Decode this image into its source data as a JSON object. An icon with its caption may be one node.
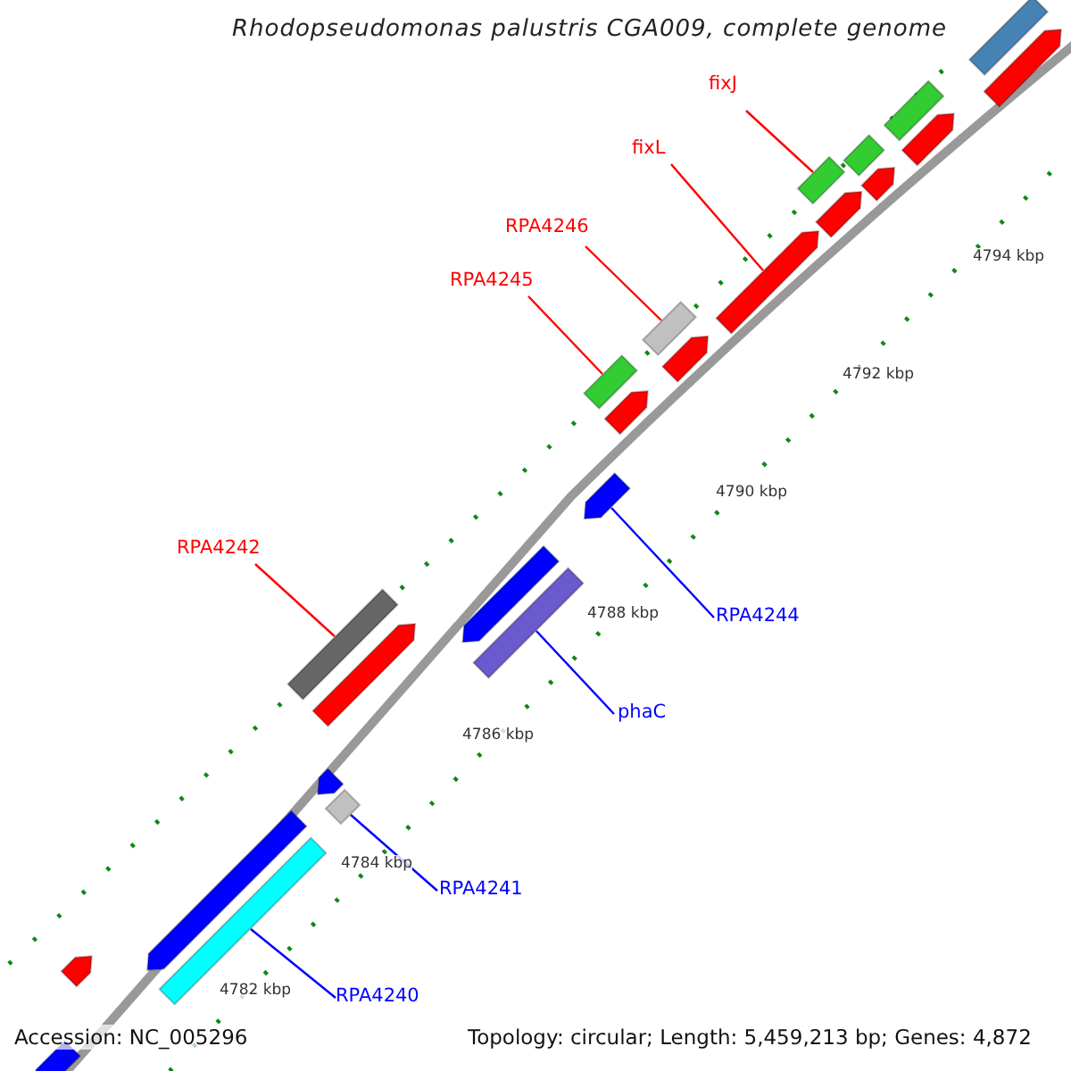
{
  "diagram": {
    "title": "Rhodopseudomonas palustris CGA009, complete genome",
    "nodes": [
      {
        "text": [
          "fixJ"
        ]
      },
      {
        "text": [
          "fixL"
        ]
      },
      {
        "text": [
          "RPA4246"
        ]
      },
      {
        "text": [
          "RPA4245"
        ]
      },
      {
        "text": [
          "RPA4242"
        ]
      },
      {
        "text": [
          "RPA4244"
        ]
      },
      {
        "text": [
          "phaC"
        ]
      },
      {
        "text": [
          "RPA4241"
        ]
      },
      {
        "text": [
          "RPA4240"
        ]
      },
      {
        "text": [],
        "shape": "bar"
      },
      {
        "text": [],
        "shape": "bar"
      },
      {
        "text": [],
        "shape": "bar"
      },
      {
        "text": [],
        "shape": "bar"
      },
      {
        "text": [],
        "shape": "bar"
      },
      {
        "text": [],
        "shape": "bar"
      },
      {
        "text": [],
        "shape": "bar"
      },
      {
        "text": [],
        "shape": "bar"
      },
      {
        "text": [],
        "shape": "bar"
      },
      {
        "text": [],
        "shape": "bar"
      },
      {
        "text": [],
        "shape": "bar"
      },
      {
        "text": [],
        "shape": "bar"
      },
      {
        "text": [],
        "shape": "bar"
      },
      {
        "text": [],
        "shape": "bar"
      },
      {
        "text": [],
        "shape": "bar"
      },
      {
        "text": [],
        "shape": "bar"
      },
      {
        "text": [],
        "shape": "bar"
      },
      {
        "text": [],
        "shape": "bar"
      },
      {
        "text": [],
        "shape": "bar"
      },
      {
        "text": [],
        "shape": "bar"
      },
      {
        "text": [],
        "shape": "bar"
      },
      {
        "text": [],
        "shape": "bar"
      },
      {
        "text": [],
        "shape": "bar"
      },
      {
        "text": [],
        "shape": "bar"
      }
    ],
    "edges": [
      {
        "from": 0,
        "to": 15,
        "arrow": "none"
      },
      {
        "from": 1,
        "to": 17,
        "arrow": "none"
      },
      {
        "from": 2,
        "to": 18,
        "arrow": "none"
      },
      {
        "from": 3,
        "to": 20,
        "arrow": "none"
      },
      {
        "from": 4,
        "to": 25,
        "arrow": "none"
      },
      {
        "from": 5,
        "to": 22,
        "arrow": "none",
        "color": "#0000ff"
      },
      {
        "from": 6,
        "to": 24,
        "arrow": "none",
        "color": "#0000ff"
      },
      {
        "from": 7,
        "to": 28,
        "arrow": "none",
        "color": "#0000ff"
      },
      {
        "from": 8,
        "to": 30,
        "arrow": "none",
        "color": "#0000ff"
      }
    ],
    "labels": [
      "4794 kbp",
      "4792 kbp",
      "4790 kbp",
      "4788 kbp",
      "4786 kbp",
      "4784 kbp",
      "4782 kbp",
      "Accession: NC_005296",
      "Topology: circular; Length: 5,459,213 bp; Genes: 4,872"
    ]
  }
}
